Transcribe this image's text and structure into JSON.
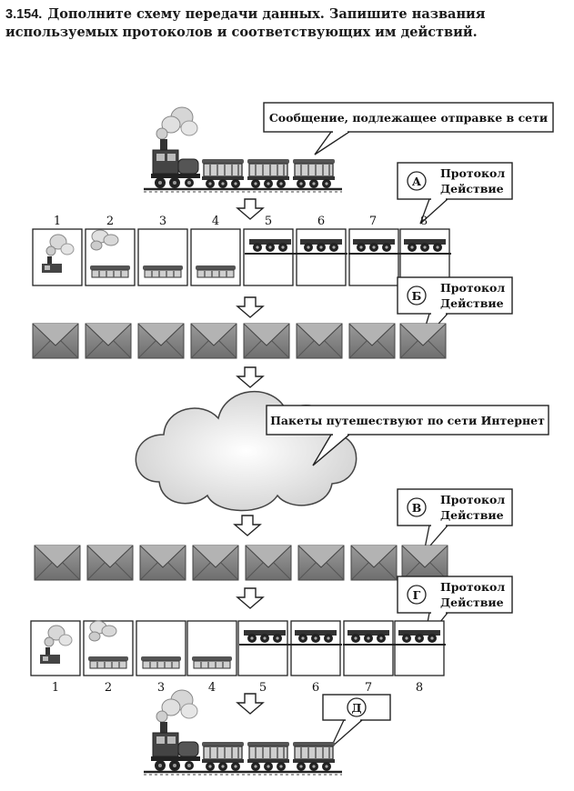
{
  "task": {
    "number": "3.154.",
    "text": "Дополните схему передачи данных. Запишите названия используемых протоколов и соответствующих им действий."
  },
  "callouts": {
    "message": "Сообщение, подлежащее отправке в сети",
    "cloud": "Пакеты путешествуют по сети Интернет"
  },
  "protocol_boxes": [
    {
      "letter": "А",
      "line1": "Протокол",
      "line2": "Действие"
    },
    {
      "letter": "Б",
      "line1": "Протокол",
      "line2": "Действие"
    },
    {
      "letter": "В",
      "line1": "Протокол",
      "line2": "Действие"
    },
    {
      "letter": "Г",
      "line1": "Протокол",
      "line2": "Действие"
    }
  ],
  "final_box": {
    "letter": "Д"
  },
  "cell_numbers": [
    "1",
    "2",
    "3",
    "4",
    "5",
    "6",
    "7",
    "8"
  ]
}
